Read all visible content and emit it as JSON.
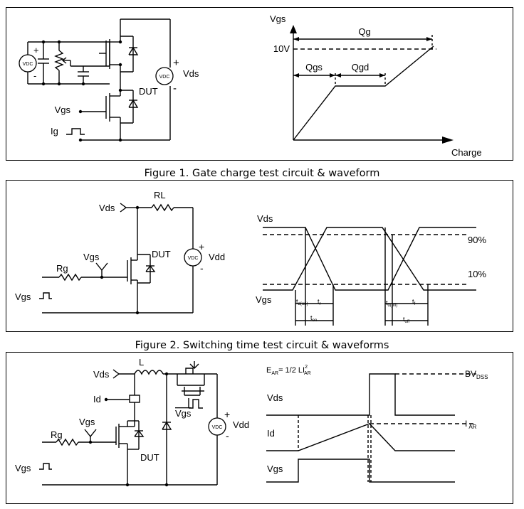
{
  "figure1": {
    "caption": "Figure 1. Gate charge test circuit & waveform",
    "circuit": {
      "vdc_plus": "+",
      "vdc_minus": "-",
      "vdc_label": "VDC",
      "vds_label": "Vds",
      "vds_plus": "+",
      "vds_minus": "-",
      "dut_label": "DUT",
      "vgs_label": "Vgs",
      "ig_label": "Ig"
    },
    "waveform": {
      "y_axis": "Vgs",
      "x_axis": "Charge",
      "level": "10V",
      "qg": "Qg",
      "qgs": "Qgs",
      "qgd": "Qgd"
    }
  },
  "figure2": {
    "caption": "Figure 2. Switching time test circuit & waveforms",
    "circuit": {
      "vds_label": "Vds",
      "rl_label": "RL",
      "vgs_label": "Vgs",
      "dut_label": "DUT",
      "rg_label": "Rg",
      "vdd_label": "Vdd",
      "vdc_label": "VDC",
      "plus": "+",
      "minus": "-",
      "vgs_pulse": "Vgs"
    },
    "waveform": {
      "vds": "Vds",
      "vgs": "Vgs",
      "p90": "90%",
      "p10": "10%",
      "td_on_main": "t",
      "td_on_sub": "d(on)",
      "tr_main": "t",
      "tr_sub": "r",
      "ton_main": "t",
      "ton_sub": "on",
      "td_off_main": "t",
      "td_off_sub": "d(off)",
      "tf_main": "t",
      "tf_sub": "f",
      "toff_main": "t",
      "toff_sub": "off"
    }
  },
  "figure3": {
    "circuit": {
      "vds_label": "Vds",
      "l_label": "L",
      "id_label": "Id",
      "vgs_bar": "Vgs",
      "vdd_label": "Vdd",
      "vdc_label": "VDC",
      "plus": "+",
      "minus": "-",
      "vgs_label": "Vgs",
      "rg_label": "Rg",
      "dut_label": "DUT",
      "vgs_pulse": "Vgs"
    },
    "waveform": {
      "eq_e": "E",
      "eq_e_sub": "AR",
      "eq_mid": "= 1/2 LI",
      "eq_sup": "2",
      "eq_i_sub": "AR",
      "bv_main": "BV",
      "bv_sub": "DSS",
      "iar_main": "I",
      "iar_sub": "AR",
      "vds": "Vds",
      "id": "Id",
      "vgs": "Vgs"
    }
  }
}
